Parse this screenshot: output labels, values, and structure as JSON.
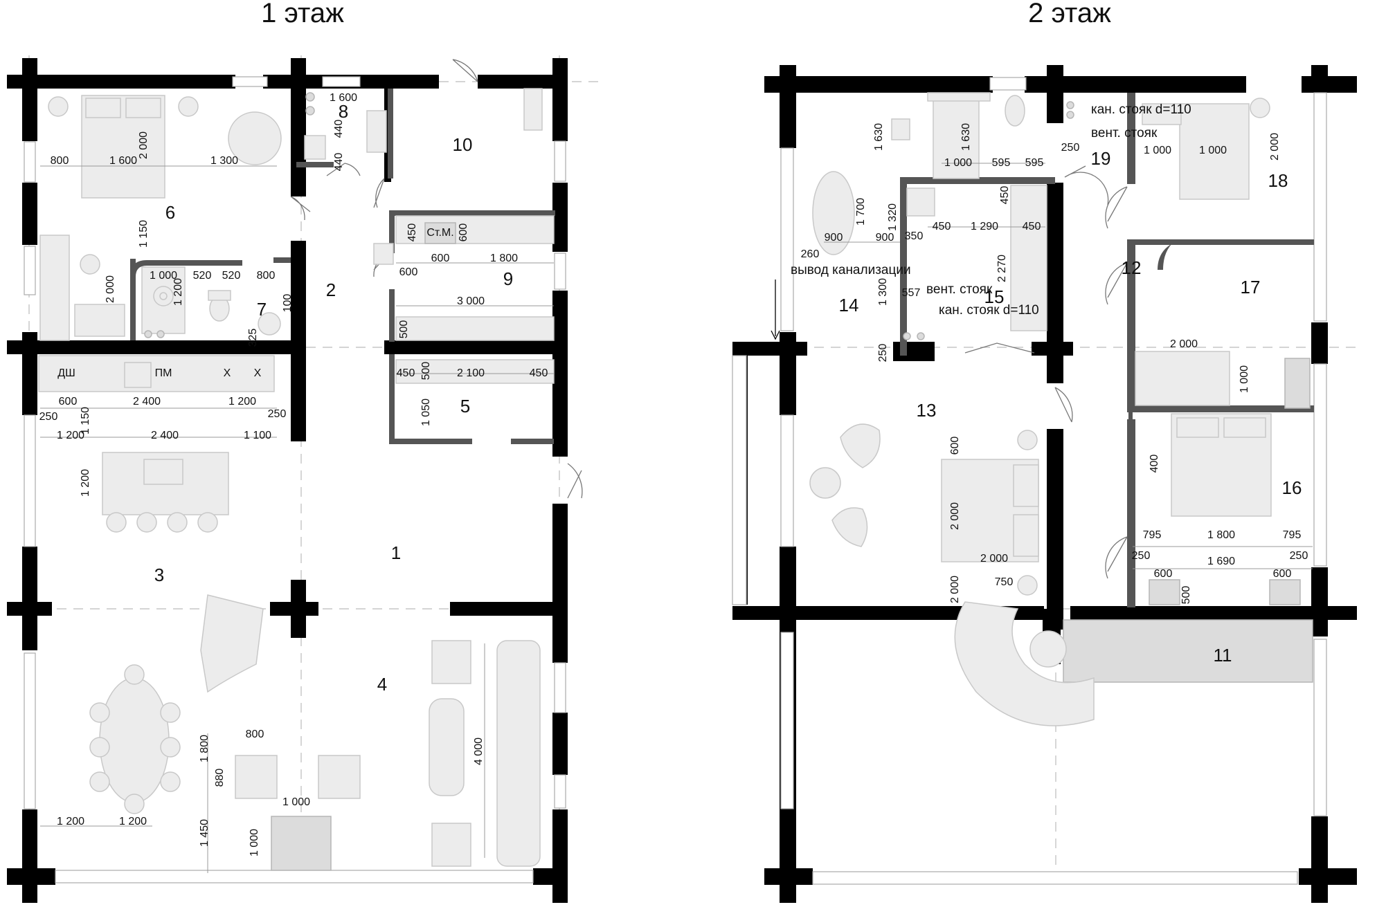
{
  "floor1": {
    "title": "1 этаж",
    "rooms": [
      "1",
      "2",
      "3",
      "4",
      "5",
      "6",
      "7",
      "8",
      "9",
      "10"
    ],
    "fixtures": {
      "shower": "ДШ",
      "dishwasher": "ПМ",
      "fridge1": "Х",
      "fridge2": "Х",
      "washer": "Ст.М."
    },
    "dims": [
      "1 600",
      "800",
      "1 600",
      "1 300",
      "2 000",
      "440",
      "440",
      "1 150",
      "1 000",
      "520",
      "520",
      "800",
      "2 000",
      "1 200",
      "100",
      "325",
      "450",
      "600",
      "600",
      "600",
      "1 800",
      "3 000",
      "500",
      "450",
      "500",
      "2 100",
      "450",
      "1 050",
      "600",
      "2 400",
      "1 200",
      "250",
      "250",
      "1 150",
      "1 200",
      "2 400",
      "1 100",
      "1 200",
      "800",
      "1 800",
      "880",
      "4 000",
      "1 200",
      "1 200",
      "1 000",
      "1 450",
      "1 000"
    ]
  },
  "floor2": {
    "title": "2 этаж",
    "rooms": [
      "11",
      "12",
      "13",
      "14",
      "15",
      "16",
      "17",
      "18",
      "19"
    ],
    "notes": {
      "riser_top": "кан. стояк d=110",
      "vent_top": "вент. стояк",
      "drain": "вывод канализации",
      "vent_mid": "вент. стояк",
      "riser_mid": "кан. стояк d=110"
    },
    "dims": [
      "1 630",
      "1 630",
      "1 000",
      "595",
      "595",
      "250",
      "1 000",
      "1 000",
      "2 000",
      "1 700",
      "1 320",
      "450",
      "450",
      "1 290",
      "450",
      "900",
      "900",
      "350",
      "260",
      "2 270",
      "557",
      "1 300",
      "250",
      "2 000",
      "1 000",
      "600",
      "2 000",
      "2 000",
      "400",
      "750",
      "2 000",
      "795",
      "1 800",
      "795",
      "250",
      "1 690",
      "250",
      "600",
      "600",
      "500"
    ]
  },
  "colors": {
    "wall": "#000000",
    "inner_wall": "#555555",
    "furniture": "#ececec"
  }
}
